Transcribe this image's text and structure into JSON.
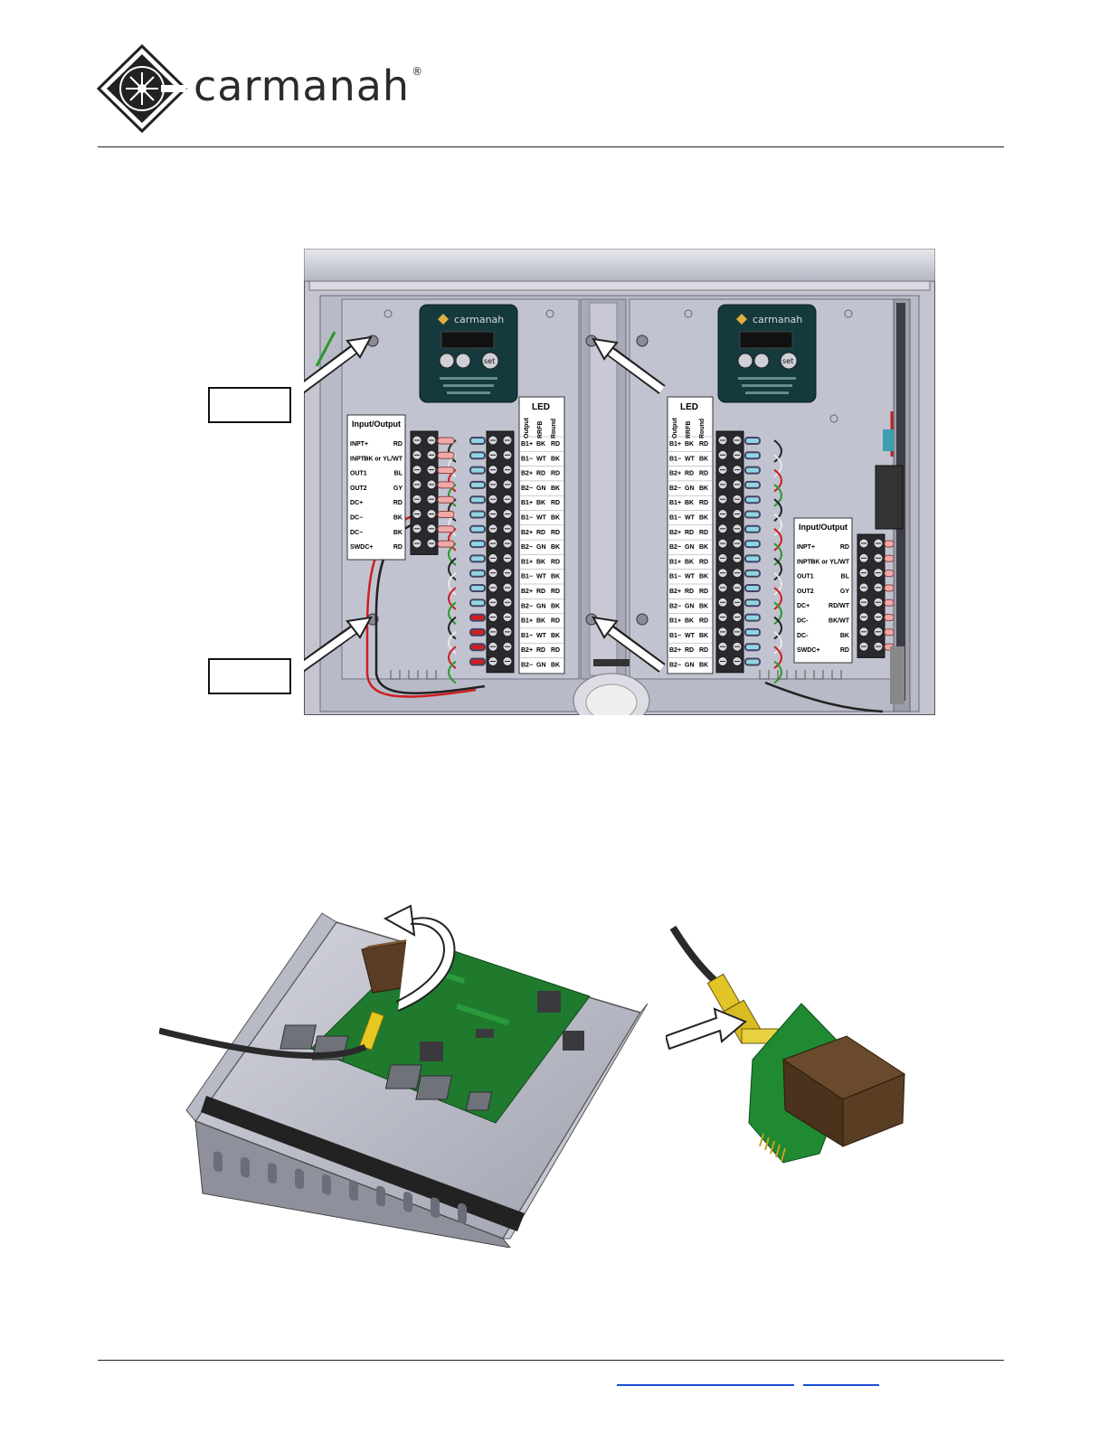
{
  "brand": {
    "name": "carmanah",
    "mark": "®",
    "accent": "#1f1f1f"
  },
  "controller": {
    "brand": "carmanah",
    "button_set": "set"
  },
  "led_table": {
    "title": "LED",
    "headers": [
      "Output",
      "RRFB",
      "Round"
    ],
    "rows": [
      [
        "B1+",
        "BK",
        "RD"
      ],
      [
        "B1−",
        "WT",
        "BK"
      ],
      [
        "B2+",
        "RD",
        "RD"
      ],
      [
        "B2−",
        "GN",
        "BK"
      ],
      [
        "B1+",
        "BK",
        "RD"
      ],
      [
        "B1−",
        "WT",
        "BK"
      ],
      [
        "B2+",
        "RD",
        "RD"
      ],
      [
        "B2−",
        "GN",
        "BK"
      ],
      [
        "B1+",
        "BK",
        "RD"
      ],
      [
        "B1−",
        "WT",
        "BK"
      ],
      [
        "B2+",
        "RD",
        "RD"
      ],
      [
        "B2−",
        "GN",
        "BK"
      ],
      [
        "B1+",
        "BK",
        "RD"
      ],
      [
        "B1−",
        "WT",
        "BK"
      ],
      [
        "B2+",
        "RD",
        "RD"
      ],
      [
        "B2−",
        "GN",
        "BK"
      ]
    ]
  },
  "io_left": {
    "title": "Input/Output",
    "rows": [
      [
        "INPT+",
        "RD"
      ],
      [
        "INPT−",
        "BK or YL/WT"
      ],
      [
        "OUT1",
        "BL"
      ],
      [
        "OUT2",
        "GY"
      ],
      [
        "DC+",
        "RD"
      ],
      [
        "DC−",
        "BK"
      ],
      [
        "DC−",
        "BK"
      ],
      [
        "SWDC+",
        "RD"
      ]
    ]
  },
  "io_right": {
    "title": "Input/Output",
    "rows": [
      [
        "INPT+",
        "RD"
      ],
      [
        "INPT−",
        "BK or YL/WT"
      ],
      [
        "OUT1",
        "BL"
      ],
      [
        "OUT2",
        "GY"
      ],
      [
        "DC+",
        "RD/WT"
      ],
      [
        "DC-",
        "BK/WT"
      ],
      [
        "DC-",
        "BK"
      ],
      [
        "SWDC+",
        "RD"
      ]
    ]
  }
}
